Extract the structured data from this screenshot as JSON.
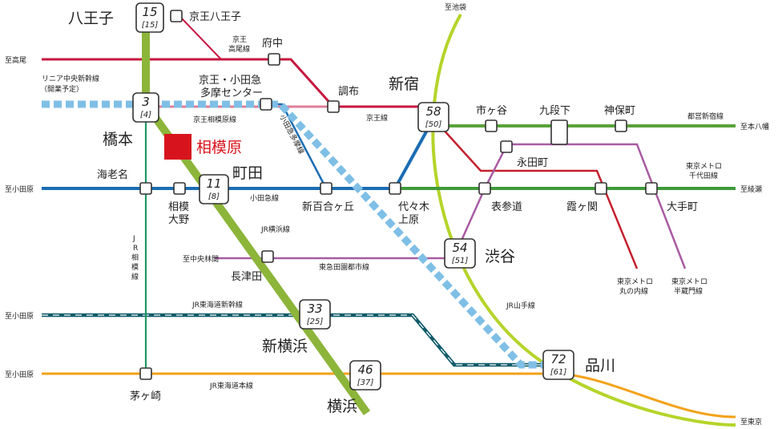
{
  "colors": {
    "keio": "#c7173f",
    "keio_pink": "#dd7f99",
    "odakyu_blue": "#1b6db3",
    "sagamihara_green": "#8cb53a",
    "jr_sagami": "#1e9a62",
    "shinjuku_line": "#5aa23a",
    "hanzomon": "#a85ba2",
    "marunouchi": "#c4202e",
    "yamanote": "#b5d42a",
    "tokaido": "#f3a21a",
    "shinkansen": "#0f5b6a",
    "linear": "#7fbfe6",
    "accent": "#d7141d"
  },
  "highlight": {
    "label": "相模原"
  },
  "stations": {
    "hachioji": "八王子",
    "keio_hachioji": "京王八王子",
    "fuchu": "府中",
    "tama_center": [
      "京王・小田急",
      "多摩センター"
    ],
    "chofu": "調布",
    "shinjuku": "新宿",
    "hashimoto": "橋本",
    "ebina": "海老名",
    "sagami_ono": [
      "相模",
      "大野"
    ],
    "machida": "町田",
    "shinyurigaoka": "新百合ヶ丘",
    "yoyogi_uehara": [
      "代々木",
      "上原"
    ],
    "omotesando": "表参道",
    "kasumigaseki": "霞ヶ関",
    "otemachi": "大手町",
    "ichigaya": "市ヶ谷",
    "kudanshita": "九段下",
    "jimbocho": "神保町",
    "nagatacho": "永田町",
    "shibuya": "渋谷",
    "nagatsuta": "長津田",
    "shin_yokohama": "新横浜",
    "yokohama": "横浜",
    "shinagawa": "品川",
    "chigasaki": "茅ヶ崎"
  },
  "lines": {
    "keio_takao": [
      "京王",
      "高尾線"
    ],
    "keio": "京王線",
    "keio_sagamihara": "京王相模原線",
    "odakyu": "小田急線",
    "odakyu_tama": "小田急多摩線",
    "jr_yokohama": "JR横浜線",
    "jr_sagami": [
      "J",
      "R",
      "相",
      "模",
      "線"
    ],
    "denentoshi": "東急田園都市線",
    "jr_yamanote": "JR山手線",
    "shinkansen": "JR東海道新幹線",
    "tokaido": "JR東海道本線",
    "toei_shinjuku": "都営新宿線",
    "chiyoda": [
      "東京メトロ",
      "千代田線"
    ],
    "marunouchi": [
      "東京メトロ",
      "丸の内線"
    ],
    "hanzomon": [
      "東京メトロ",
      "半蔵門線"
    ],
    "linear": [
      "リニア中央新幹線",
      "（開業予定）"
    ]
  },
  "directions": {
    "ikebukuro": "至池袋",
    "takao": "至高尾",
    "motoyawata": "至本八幡",
    "ayase": "至綾瀬",
    "odawara_odakyu": "至小田原",
    "chuorinkan": "至中央林間",
    "odawara_shinkansen": "至小田原",
    "odawara_tokaido": "至小田原",
    "tokyo": "至東京"
  },
  "boxes": {
    "hachioji": {
      "main": "15",
      "sub": "[15]"
    },
    "hashimoto": {
      "main": "3",
      "sub": "[4]"
    },
    "machida": {
      "main": "11",
      "sub": "[8]"
    },
    "shinjuku": {
      "main": "58",
      "sub": "[50]"
    },
    "shibuya": {
      "main": "54",
      "sub": "[51]"
    },
    "shin_yokohama": {
      "main": "33",
      "sub": "[25]"
    },
    "yokohama": {
      "main": "46",
      "sub": "[37]"
    },
    "shinagawa": {
      "main": "72",
      "sub": "[61]"
    }
  }
}
